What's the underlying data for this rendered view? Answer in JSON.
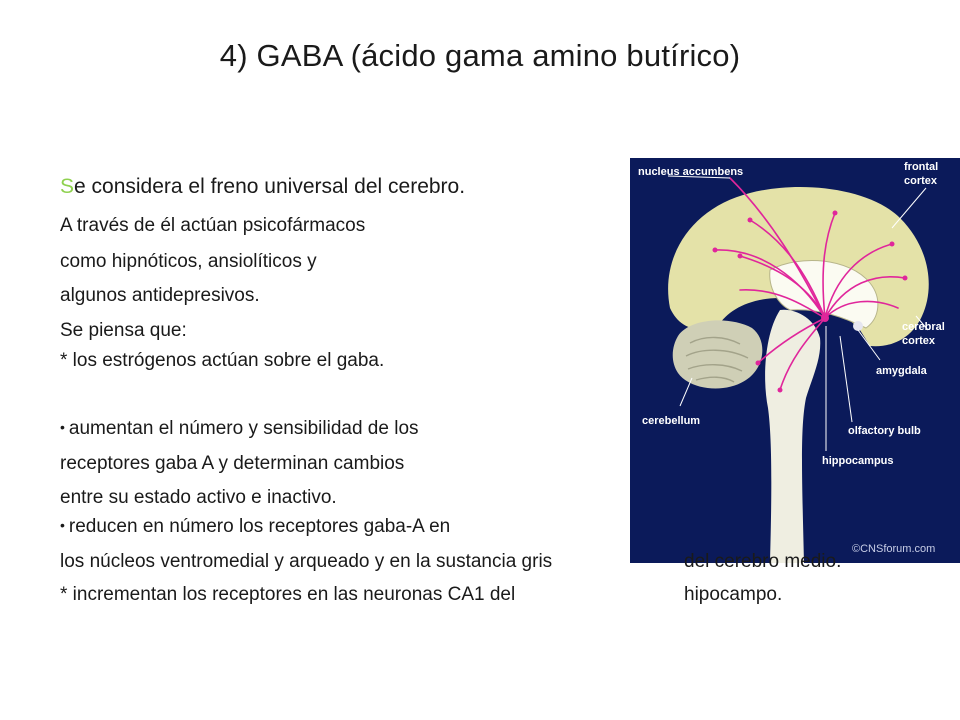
{
  "slide": {
    "title": "4) GABA  (ácido gama amino butírico)",
    "intro_first_letter": "S",
    "intro_rest": "e considera el freno universal del cerebro.",
    "lines": [
      "A través de él actúan psicofármacos",
      " como hipnóticos, ansiolíticos y",
      " algunos antidepresivos.",
      "  Se piensa que:",
      "  * los estrógenos  actúan sobre el gaba."
    ],
    "bullet_char": "•",
    "bullet1_first": "aumentan el número y sensibilidad de los",
    "bullet1_cont": [
      "receptores gaba A y determinan cambios",
      "entre su estado activo e inactivo."
    ],
    "bullet2_first": "reducen en número los receptores gaba-A en",
    "bullet2_cont": " los núcleos ventromedial  y arqueado  y en la sustancia gris",
    "bullet2_tail": "del cerebro medio.",
    "last_line": "* incrementan los receptores en las neuronas CA1 del",
    "last_tail": "hipocampo."
  },
  "figure": {
    "labels": {
      "nucleus_accumbens": "nucleus accumbens",
      "frontal_1": "frontal",
      "frontal_2": "cortex",
      "cerebral_1": "cerebral",
      "cerebral_2": "cortex",
      "amygdala": "amygdala",
      "cerebellum": "cerebellum",
      "olfactory_bulb": "olfactory bulb",
      "hippocampus": "hippocampus"
    },
    "credit": "©CNSforum.com",
    "colors": {
      "background": "#0b1a5a",
      "cortex": "#e4e2a8",
      "cerebellum": "#cfcfb6",
      "brainstem": "#efeee1",
      "pathway": "#e0269b"
    }
  }
}
